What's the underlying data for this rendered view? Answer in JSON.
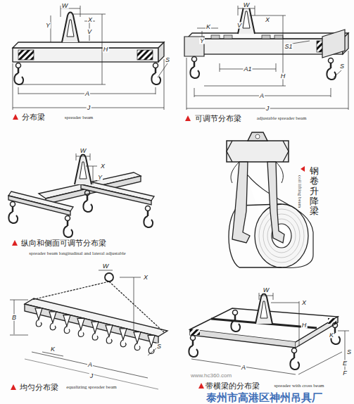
{
  "diagram": {
    "labels": [
      "W",
      "Y",
      "X",
      "V",
      "H",
      "A",
      "J",
      "S",
      "分布梁",
      "spreader beam",
      "W",
      "X",
      "K",
      "Y",
      "V",
      "S1",
      "A1",
      "H",
      "A",
      "J",
      "S",
      "可调节分布梁",
      "adjustable spreader beam",
      "W",
      "X",
      "Y",
      "纵向和侧面可调节分布梁",
      "spreader beam longitudinal and lateral adjustable",
      "钢卷升降梁",
      "coil lifting beam",
      "W",
      "X",
      "B",
      "K",
      "A",
      "S",
      "J",
      "均匀分布梁",
      "equalizing spreader beam",
      "W",
      "X",
      "H",
      "K",
      "S",
      "E",
      "F",
      "A",
      "带横梁的分布梁",
      "spreader with cross beam",
      "泰州市高港区神州吊具厂",
      "www.hc360.com"
    ]
  }
}
